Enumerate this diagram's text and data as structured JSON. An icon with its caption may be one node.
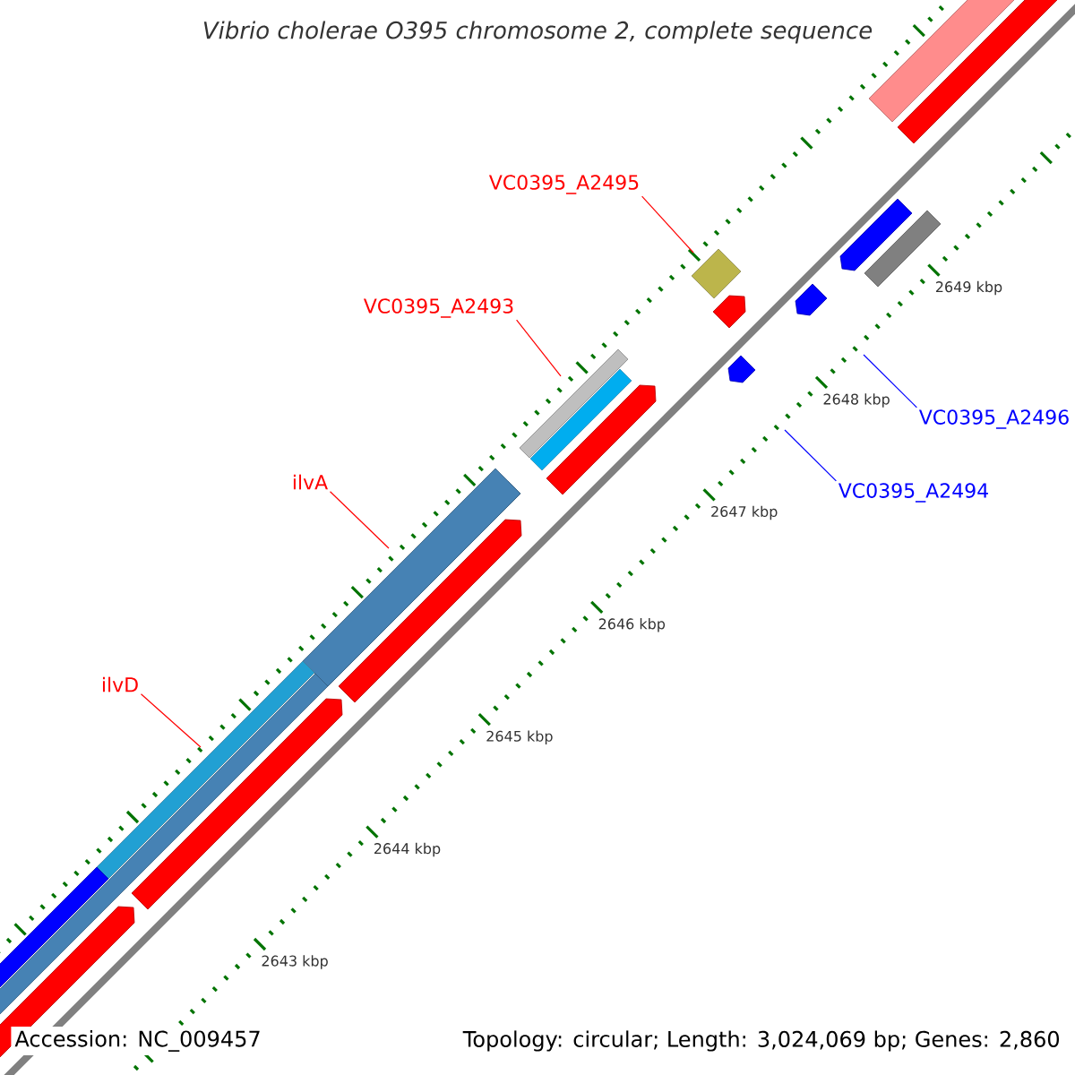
{
  "diagram": {
    "title": "Vibrio cholerae O395 chromosome 2, complete sequence",
    "nodes": [
      {
        "text": [
          "VC0395_A2495"
        ]
      },
      {
        "text": [
          "VC0395_A2493"
        ]
      },
      {
        "text": [
          "VC0395_A2496"
        ]
      },
      {
        "text": [
          "ilvA"
        ]
      },
      {
        "text": [
          "VC0395_A2494"
        ]
      },
      {
        "text": [
          "ilvD"
        ]
      }
    ],
    "edges": [
      {
        "from": 0,
        "to": null,
        "arrow": "none"
      },
      {
        "from": 1,
        "to": null,
        "arrow": "none"
      },
      {
        "from": 2,
        "to": null,
        "arrow": "none",
        "color": "#0000ff"
      },
      {
        "from": 3,
        "to": null,
        "arrow": "none"
      },
      {
        "from": 4,
        "to": null,
        "arrow": "none",
        "color": "#0000ff"
      },
      {
        "from": 5,
        "to": null,
        "arrow": "none"
      }
    ],
    "labels": [
      "2649 kbp",
      "2648 kbp",
      "2647 kbp",
      "2646 kbp",
      "2645 kbp",
      "2644 kbp",
      "2643 kbp",
      "Accession: NC_009457",
      "Topology: circular; Length: 3,024,069 bp; Genes: 2,860"
    ]
  }
}
